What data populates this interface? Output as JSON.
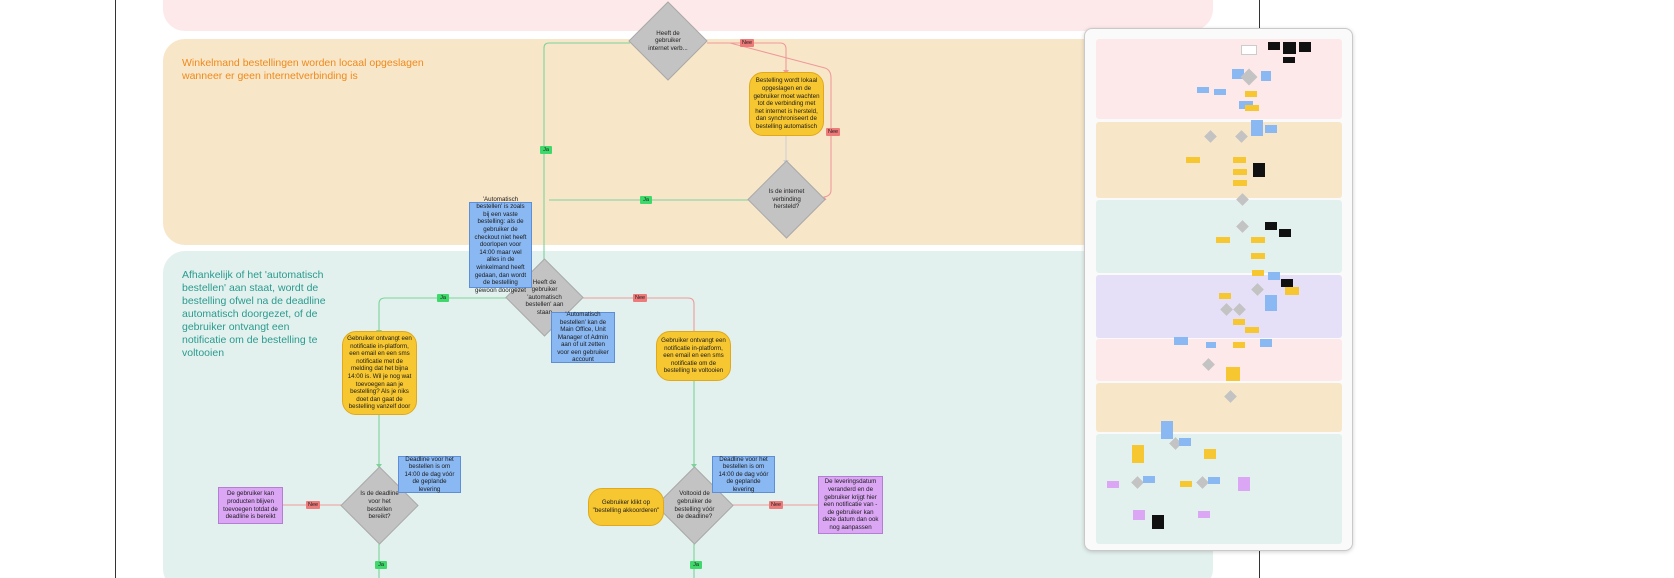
{
  "colors": {
    "pink_band": "#fde8ea",
    "orange_band": "#f8e6c9",
    "teal_band": "#e3f1ee",
    "purple_band": "#e5e0f8",
    "orange_title": "#ef8a1a",
    "teal_title": "#2a9a8e",
    "edge_green": "#7cd39a",
    "edge_red": "#ee9a9a"
  },
  "bands": {
    "orange_title": "Winkelmand bestellingen worden locaal opgeslagen wanneer er geen internetverbinding is",
    "teal_title": "Afhankelijk of het 'automatisch bestellen' aan staat, wordt de bestelling ofwel na de deadline automatisch doorgezet, of de gebruiker ontvangt een notificatie om de bestelling te voltooien"
  },
  "nodes": {
    "d_internet": "Heeft de gebruiker internet verb...",
    "y_local": "Bestelling wordt lokaal opgeslagen en de gebruiker moet wachten tot de verbinding met het internet is hersteld, dan synchroniseert de bestelling automatisch",
    "d_restored": "Is de internet verbinding hersteld?",
    "b_auto_info": "'Automatisch bestellen' is zoals bij een vaste bestelling: als de gebruiker de checkout niet heeft doorlopen voor 14:00 maar wel alles in de winkelmand heeft gedaan, dan wordt de bestelling gewoon doorgezet",
    "d_auto": "Heeft de gebruiker 'automatisch bestellen' aan staan",
    "b_main_office": "'Automatisch bestellen' kan de Main Office, Unit Manager of Admin aan of uit zetten voor een gebruiker account",
    "y_notif_auto": "Gebruiker ontvangt een notificatie in-platform, een email en een sms notificatie met de melding dat het bijna 14:00 is. Wil je nog wat toevoegen aan je bestelling? Als je niks doet dan gaat de bestelling vanzelf door",
    "y_notif_manual": "Gebruiker ontvangt een notificatie in-platform, een email en een sms notificatie om de bestelling te voltooien",
    "b_deadline_1": "Deadline voor het bestellen is om 14:00 de dag vóór de geplande levering",
    "b_deadline_2": "Deadline voor het bestellen is om 14:00 de dag vóór de geplande levering",
    "d_deadline": "Is de deadline voor het bestellen bereikt?",
    "p_add_products": "De gebruiker kan producten blijven toevoegen totdat de deadline is bereikt",
    "y_click": "Gebruiker klikt op \"bestelling akkoorderen\"",
    "d_voltooid": "Voltooid de gebruiker de bestelling vóór de deadline?",
    "p_leverdatum": "De leveringsdatum veranderd en de gebruiker krijgt hier een notificatie van - de gebruiker kan deze datum dan ook nog aanpassen"
  },
  "tags": {
    "ja": "Ja",
    "nee": "Nee"
  },
  "minimap": {
    "band_colors": [
      "#fde8ea",
      "#f8e6c9",
      "#e3f1ee",
      "#e5e0f8",
      "#fde8ea",
      "#f8e6c9",
      "#e3f1ee"
    ]
  }
}
